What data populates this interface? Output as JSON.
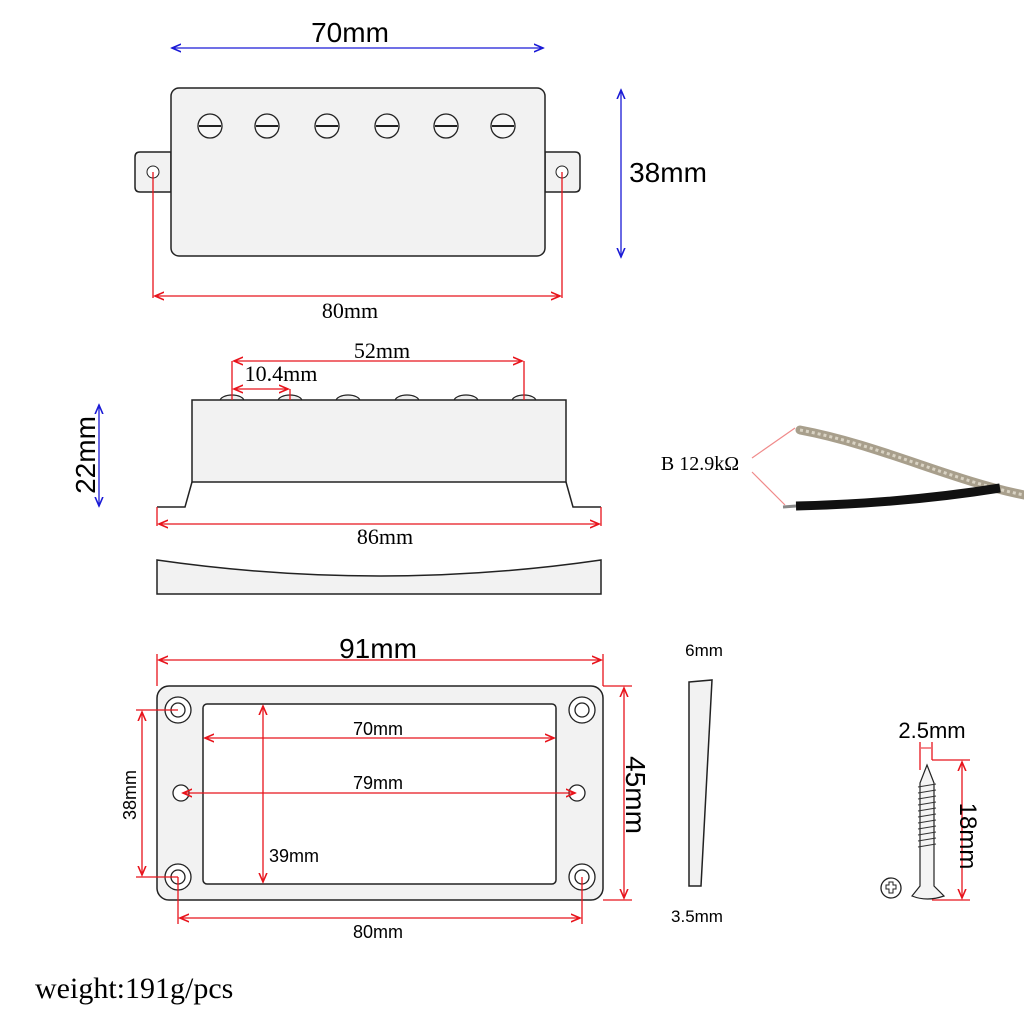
{
  "top_view": {
    "width_label": "70mm",
    "height_label": "38mm",
    "mount_label": "80mm"
  },
  "side_view": {
    "pole_span_label": "52mm",
    "pole_spacing_label": "10.4mm",
    "height_label": "22mm",
    "base_label": "86mm"
  },
  "wire": {
    "label": "B 12.9kΩ"
  },
  "ring": {
    "outer_width_label": "91mm",
    "inner_width_label": "70mm",
    "hole_span_label": "79mm",
    "inner_height_label": "39mm",
    "hole_height_label": "38mm",
    "outer_height_label": "45mm",
    "mount_label": "80mm"
  },
  "shim": {
    "top_label": "6mm",
    "bottom_label": "3.5mm"
  },
  "screw": {
    "diameter_label": "2.5mm",
    "length_label": "18mm"
  },
  "weight": "weight:191g/pcs",
  "colors": {
    "dimension_red": "#e8141c",
    "dimension_blue": "#1a1ad6"
  }
}
